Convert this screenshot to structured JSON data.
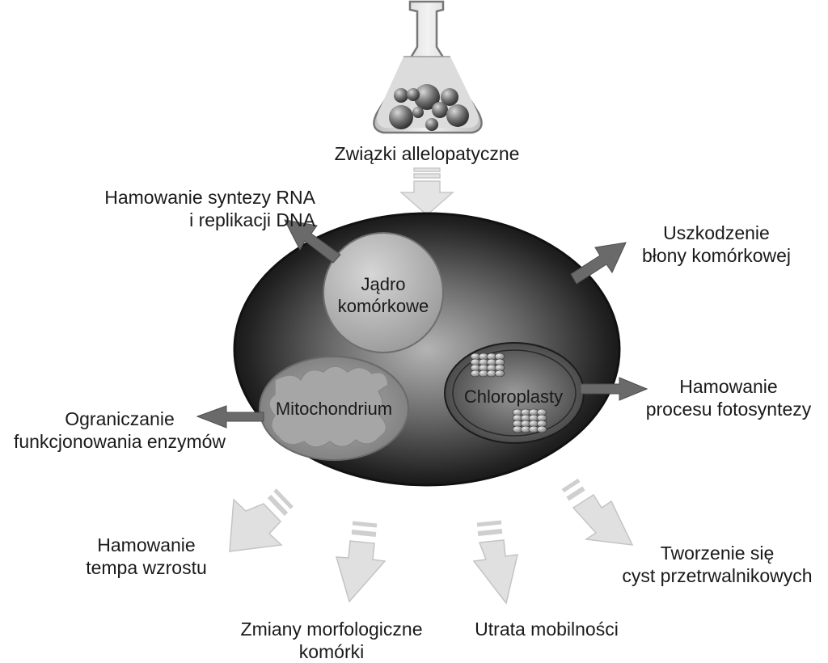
{
  "title": "Związki allelopatyczne",
  "organelles": {
    "nucleus": [
      "Jądro",
      "komórkowe"
    ],
    "mitochondrium": "Mitochondrium",
    "chloroplast": "Chloroplasty"
  },
  "effects": {
    "rna_dna": [
      "Hamowanie syntezy RNA",
      "i replikacji DNA"
    ],
    "membrane": [
      "Uszkodzenie",
      "błony komórkowej"
    ],
    "photosynthesis": [
      "Hamowanie",
      "procesu fotosyntezy"
    ],
    "enzymes": [
      "Ograniczanie",
      "funkcjonowania enzymów"
    ],
    "growth": [
      "Hamowanie",
      "tempa wzrostu"
    ],
    "morphology": [
      "Zmiany morfologiczne",
      "komórki"
    ],
    "mobility": "Utrata mobilności",
    "cysts": [
      "Tworzenie się",
      "cyst przetrwalnikowych"
    ]
  }
}
